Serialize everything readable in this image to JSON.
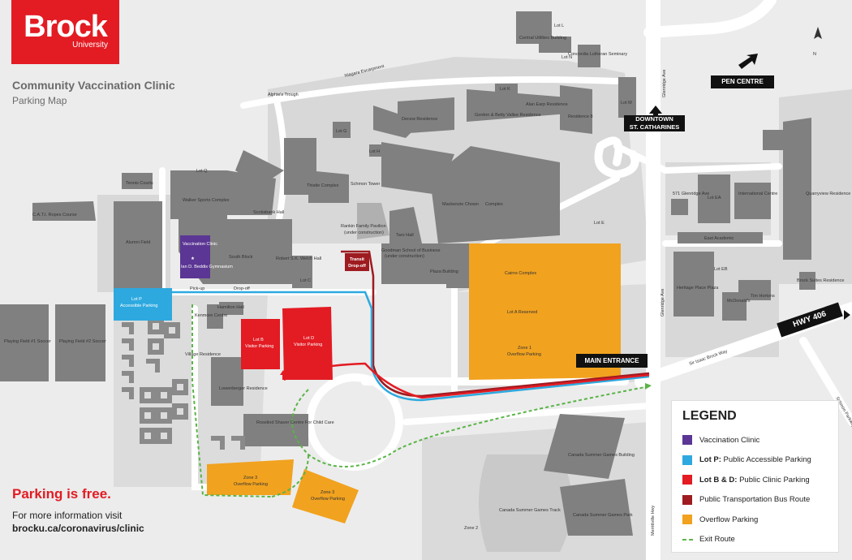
{
  "header": {
    "logo_name": "Brock",
    "logo_sub": "University",
    "title": "Community Vaccination Clinic",
    "subtitle": "Parking Map"
  },
  "footer": {
    "free": "Parking is free.",
    "info_line": "For more information visit",
    "info_url": "brocku.ca/coronavirus/clinic"
  },
  "legend": {
    "title": "LEGEND",
    "items": [
      {
        "bold": "",
        "text": "Vaccination Clinic",
        "color": "#5b3694"
      },
      {
        "bold": "Lot P:",
        "text": " Public Accessible Parking",
        "color": "#2da9df"
      },
      {
        "bold": "Lot B & D:",
        "text": " Public Clinic Parking",
        "color": "#e31b23"
      },
      {
        "bold": "",
        "text": "Public Transportation Bus Route",
        "color": "#9e1b20"
      },
      {
        "bold": "",
        "text": "Overflow Parking",
        "color": "#f1a21f"
      },
      {
        "bold": "",
        "text": "Exit Route",
        "color": "#59b446"
      }
    ]
  },
  "signs": {
    "pen_centre": "PEN CENTRE",
    "downtown_1": "DOWNTOWN",
    "downtown_2": "ST. CATHARINES",
    "main_entrance": "MAIN ENTRANCE",
    "hwy": "HWY 406",
    "north": "N"
  },
  "roads": {
    "escarpment": "Niagara Escarpment",
    "glenridge_top": "Glenridge Ave",
    "glenridge_mid": "Glenridge Ave",
    "sir_isaac": "Sir Isaac Brock Way",
    "merrittville": "Merrittville Hwy",
    "schmon": "Schmon Parkway"
  },
  "labels": {
    "lot_l": "Lot L",
    "central_utilities": "Central Utilities Building",
    "lot_n": "Lot N",
    "concordia": "Concordia Lutheran Seminary",
    "lot_k": "Lot K",
    "lot_m": "Lot M",
    "alan_earp": "Alan Earp Residence",
    "residence_8": "Residence 8",
    "alphies": "Alphie's Trough",
    "decew": "Decew Residence",
    "gordon": "Gordon & Betty Vallee Residence",
    "lot_g": "Lot G",
    "lot_h": "Lot H",
    "lot_q": "Lot Q",
    "tennis": "Tennis Courts",
    "thistle": "Thistle Complex",
    "schmon_tower": "Schmon Tower",
    "mackenzie": "Mackenzie Chown",
    "complex": "Complex",
    "walker": "Walker Sports Complex",
    "scotiabank": "Scotiabank Hall",
    "cati": "C.A.T.I. Ropes Course",
    "alumni": "Alumni Field",
    "clinic": "Vaccination Clinic",
    "beddis": "Ian D. Beddis Gymnasium",
    "south_block": "South Block",
    "welch": "Robert S.K. Welch Hall",
    "lot_c": "Lot C",
    "rankin": "Rankin Family Pavilion",
    "rankin_note": "(under construction)",
    "taro": "Taro Hall",
    "goodman": "Goodman School of Business",
    "goodman_note": "(under construction)",
    "plaza": "Plaza Building",
    "cairns": "Cairns Complex",
    "transit1": "Transit",
    "transit2": "Drop-off",
    "pickup": "Pick-up",
    "dropoff": "Drop-off",
    "lot_p": "Lot P",
    "lot_p_sub": "Accessible Parking",
    "kenmore": "Kenmore Centre",
    "hamilton": "Hamilton Hall",
    "lot_b": "Lot B",
    "lot_b_sub": "Visitor Parking",
    "lot_d": "Lot D",
    "lot_d_sub": "Visitor Parking",
    "village": "Village Residence",
    "lowenberger": "Lowenberger Residence",
    "roselind": "Roselind Shaver Centre For Child Care",
    "field1": "Playing Field #1 Soccer",
    "field2": "Playing Field #2 Soccer",
    "zone3a": "Zone 3",
    "zone3a_sub": "Overflow Parking",
    "zone3b": "Zone 3",
    "zone3b_sub": "Overflow Parking",
    "zone1": "Zone 1",
    "zone1_sub": "Overflow Parking",
    "lot_a": "Lot A Reserved",
    "lot_e": "Lot E",
    "lot_ea": "Lot EA",
    "lot_eb": "Lot EB",
    "glenridge_571": "571 Glenridge Ave",
    "international": "International Centre",
    "quarryview": "Quarryview Residence",
    "east_academic": "East Academic",
    "heritage": "Heritage Place Plaza",
    "mcdonalds": "McDonald's",
    "tim": "Tim Hortons",
    "brock_suites": "Brock Suites Residence",
    "summer_games_bldg": "Canada Summer Games Building",
    "summer_games_track": "Canada Summer Games Track",
    "summer_games_park": "Canada Summer Games Park",
    "zone2": "Zone 2"
  },
  "colors": {
    "building": "#7f7f7f",
    "light": "#d6d6d6",
    "road": "#ffffff",
    "clinic": "#5b3694",
    "lot_p": "#2da9df",
    "lot_bd": "#e31b23",
    "bus": "#9e1b20",
    "overflow": "#f1a21f",
    "exit": "#59b446"
  }
}
